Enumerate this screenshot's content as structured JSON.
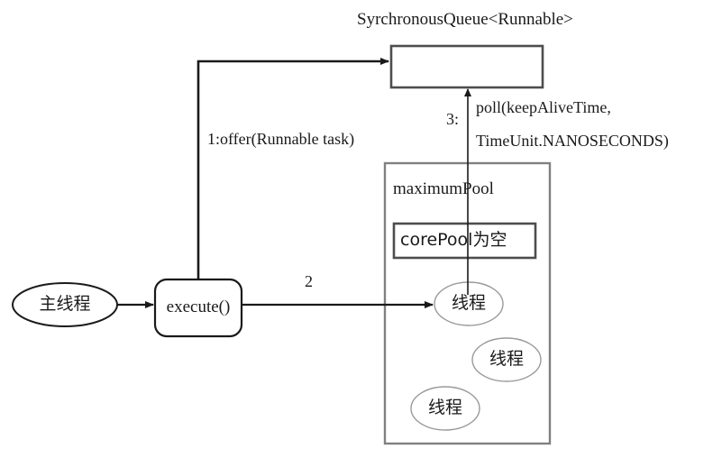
{
  "diagram": {
    "type": "flow-diagram",
    "title": "SyrchronousQueue<Runnable>",
    "nodes": {
      "queue_box": {
        "label": ""
      },
      "main_thread": {
        "label": "主线程"
      },
      "execute": {
        "label": "execute()"
      },
      "maximum_pool": {
        "label": "maximumPool"
      },
      "core_pool": {
        "label": "corePool为空"
      },
      "thread_1": {
        "label": "线程"
      },
      "thread_2": {
        "label": "线程"
      },
      "thread_3": {
        "label": "线程"
      }
    },
    "edges": {
      "offer": {
        "label": "1:offer(Runnable task)"
      },
      "execute_to_thread": {
        "label": "2"
      },
      "poll_index": {
        "label": "3:"
      },
      "poll_line1": {
        "label": "poll(keepAliveTime,"
      },
      "poll_line2": {
        "label": "TimeUnit.NANOSECONDS)"
      }
    },
    "colors": {
      "stroke_dark": "#1a1a1a",
      "stroke_gray": "#555555",
      "stroke_light": "#888888",
      "background": "#ffffff",
      "text": "#1a1a1a"
    }
  }
}
